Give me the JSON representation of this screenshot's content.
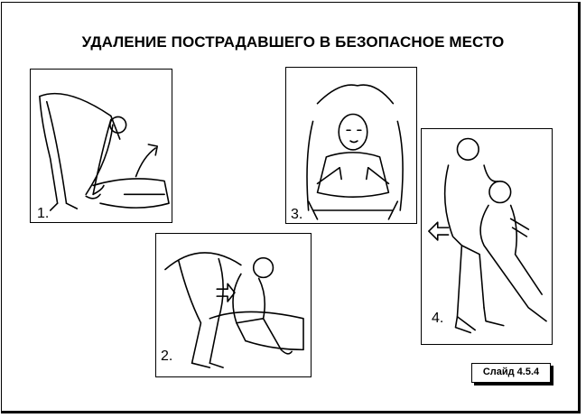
{
  "title": "УДАЛЕНИЕ ПОСТРАДАВШЕГО В БЕЗОПАСНОЕ МЕСТО",
  "panels": [
    {
      "number": "1."
    },
    {
      "number": "2."
    },
    {
      "number": "3."
    },
    {
      "number": "4."
    }
  ],
  "slide_label": "Слайд 4.5.4"
}
